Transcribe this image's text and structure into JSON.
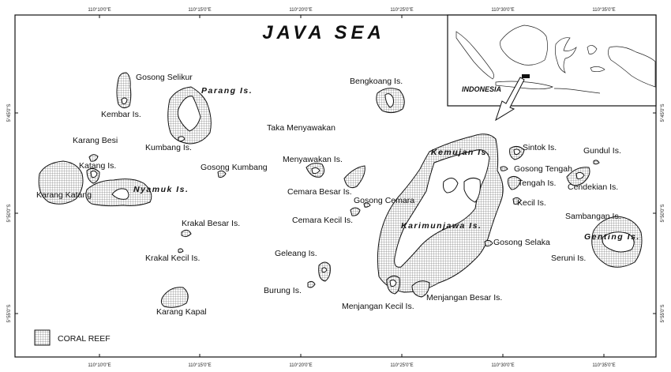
{
  "title": "JAVA SEA",
  "top_ticks": [
    "110°10'0\"E",
    "110°15'0\"E",
    "110°20'0\"E",
    "110°25'0\"E",
    "110°30'0\"E",
    "110°35'0\"E"
  ],
  "bottom_ticks": [
    "110°10'0\"E",
    "110°15'0\"E",
    "110°20'0\"E",
    "110°25'0\"E",
    "110°30'0\"E",
    "110°35'0\"E"
  ],
  "left_ticks": [
    "5°45'0\"S",
    "5°50'0\"S",
    "5°55'0\"S"
  ],
  "right_ticks": [
    "5°45'0\"S",
    "5°50'0\"S",
    "5°55'0\"S"
  ],
  "labels": {
    "gosong_selikur": "Gosong Selikur",
    "parang": "Parang Is.",
    "kembar": "Kembar Is.",
    "karang_besi": "Karang Besi",
    "kumbang": "Kumbang Is.",
    "katang": "Katang Is.",
    "karang_katang": "Karang Katang",
    "nyamuk": "Nyamuk Is.",
    "gosong_kumbang": "Gosong Kumbang",
    "bengkoang": "Bengkoang Is.",
    "taka_menyawakan": "Taka Menyawakan",
    "menyawakan": "Menyawakan Is.",
    "cemara_besar": "Cemara Besar Is.",
    "gosong_cemara": "Gosong Cemara",
    "cemara_kecil": "Cemara Kecil Is.",
    "krakal_besar": "Krakal Besar Is.",
    "krakal_kecil": "Krakal Kecil Is.",
    "geleang": "Geleang Is.",
    "burung": "Burung Is.",
    "karang_kapal": "Karang Kapal",
    "kemujan": "Kemujan Is.",
    "karimunjawa": "Karimunjawa Is.",
    "menjangan_besar": "Menjangan Besar Is.",
    "menjangan_kecil": "Menjangan Kecil Is.",
    "sintok": "Sintok Is.",
    "gosong_tengah": "Gosong Tengah",
    "tengah": "Tengah Is.",
    "kecil": "Kecil Is.",
    "gosong_selaka": "Gosong Selaka",
    "gundul": "Gundul Is.",
    "cendekian": "Cendekian Is.",
    "sambangan": "Sambangan Is.",
    "genting": "Genting Is.",
    "seruni": "Seruni Is."
  },
  "inset": {
    "country_label": "INDONESIA"
  },
  "legend": {
    "coral_reef_label": "CORAL REEF"
  }
}
